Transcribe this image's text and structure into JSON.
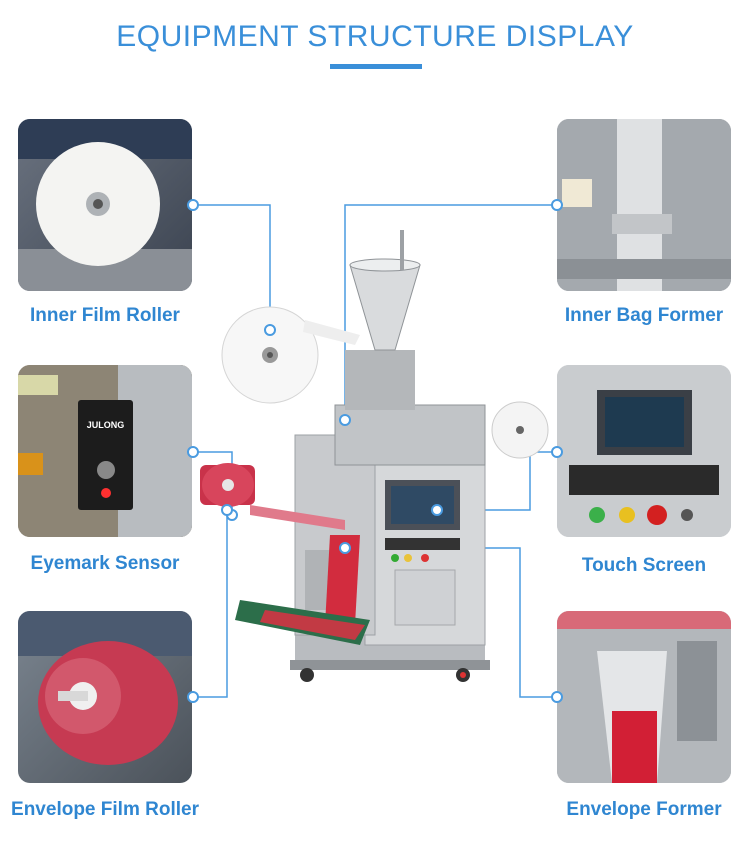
{
  "title": "EQUIPMENT STRUCTURE DISPLAY",
  "components": {
    "inner_film_roller": "Inner Film Roller",
    "eyemark_sensor": "Eyemark Sensor",
    "envelope_film_roller": "Envelope Film Roller",
    "inner_bag_former": "Inner Bag Former",
    "touch_screen": "Touch Screen",
    "envelope_former": "Envelope Former"
  },
  "sensor_brand": "JULONG",
  "colors": {
    "accent": "#3a8fd9",
    "line": "#4a9be0"
  }
}
